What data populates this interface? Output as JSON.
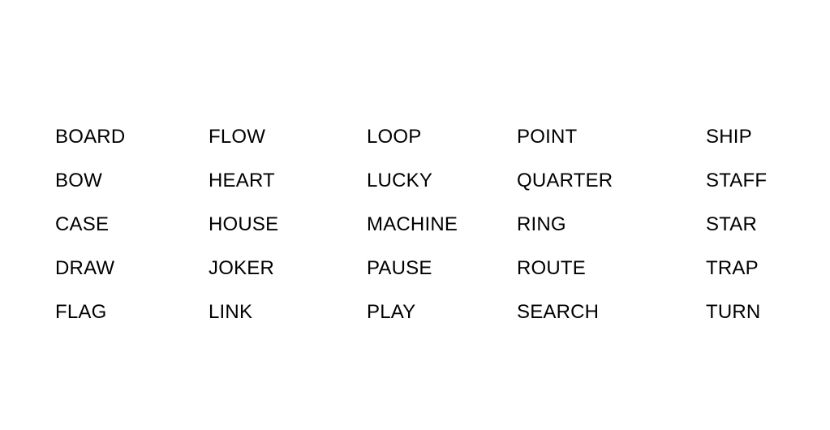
{
  "board": {
    "text_color": "#000000",
    "background_color": "#ffffff",
    "columns": [
      {
        "words": [
          "BOARD",
          "BOW",
          "CASE",
          "DRAW",
          "FLAG"
        ]
      },
      {
        "words": [
          "FLOW",
          "HEART",
          "HOUSE",
          "JOKER",
          "LINK"
        ]
      },
      {
        "words": [
          "LOOP",
          "LUCKY",
          "MACHINE",
          "PAUSE",
          "PLAY"
        ]
      },
      {
        "words": [
          "POINT",
          "QUARTER",
          "RING",
          "ROUTE",
          "SEARCH"
        ]
      },
      {
        "words": [
          "SHIP",
          "STAFF",
          "STAR",
          "TRAP",
          "TURN"
        ]
      }
    ]
  }
}
